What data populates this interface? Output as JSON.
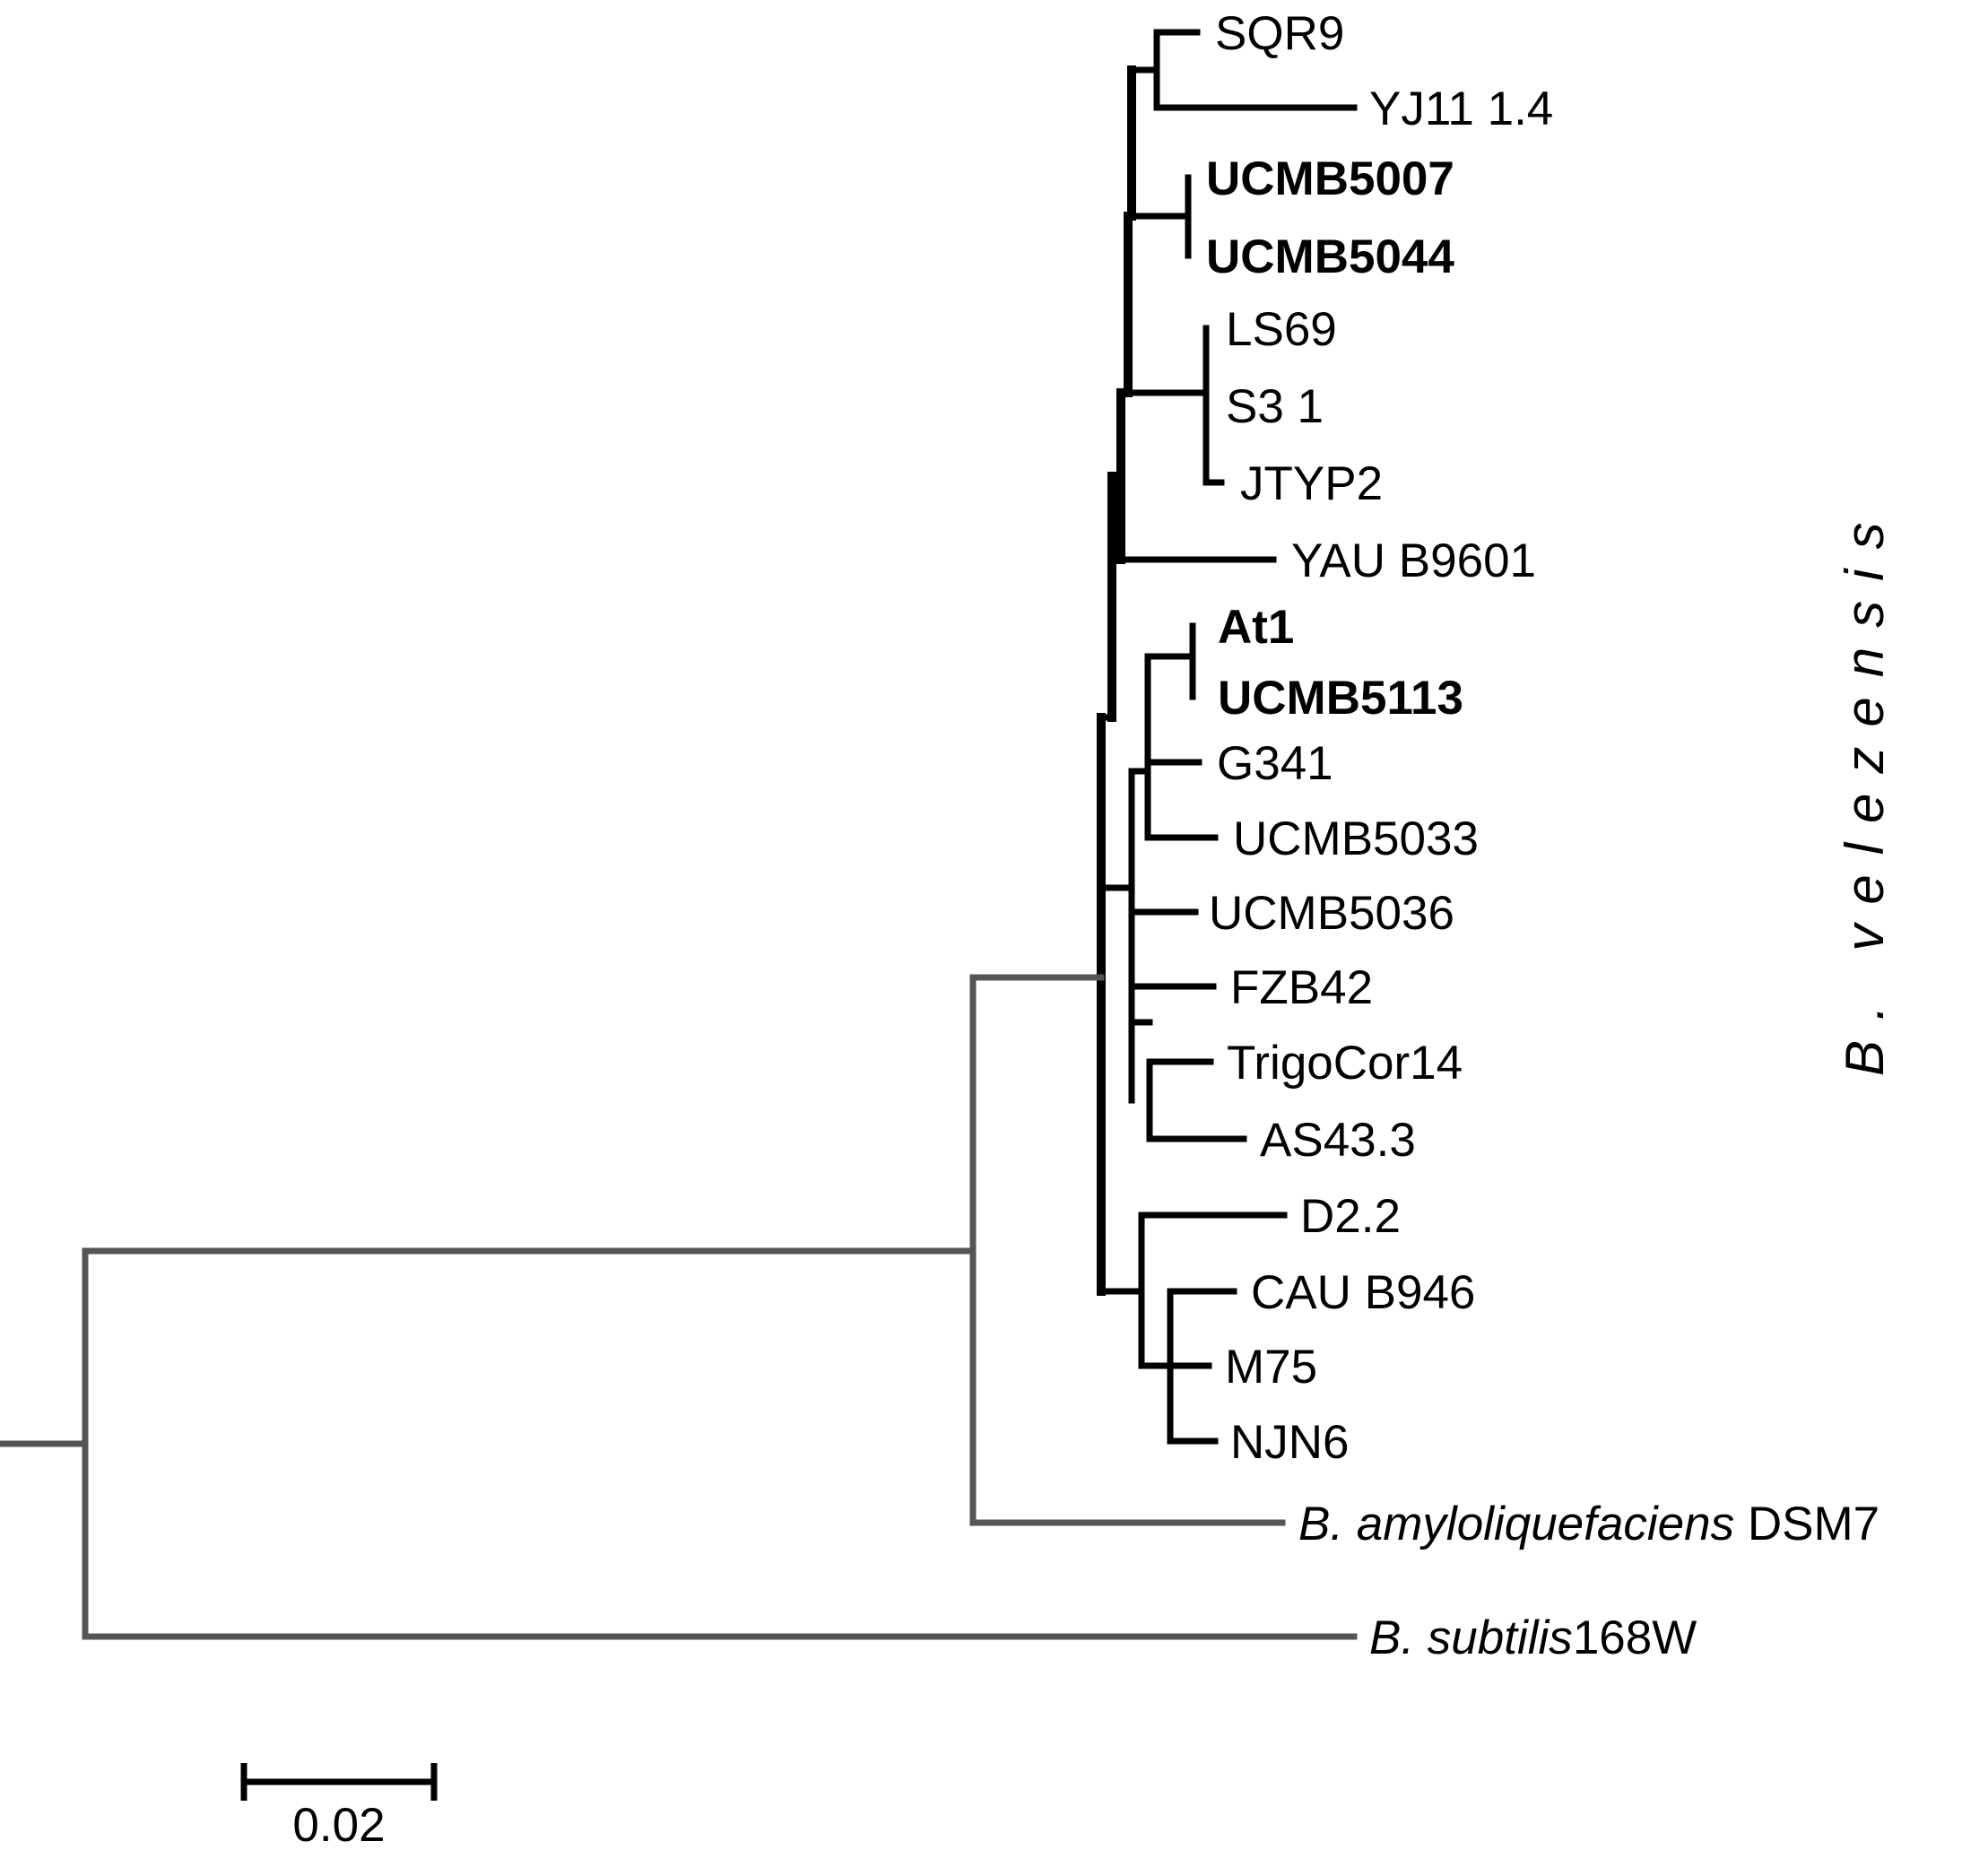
{
  "colors": {
    "ingroup": "#000000",
    "outgroup": "#555555"
  },
  "clade_label": "B. velezensis",
  "scale_bar": {
    "value": 0.02,
    "label": "0.02"
  },
  "taxa": [
    {
      "id": "SQR9",
      "name": "SQR9",
      "bold": false
    },
    {
      "id": "YJ11",
      "name": "YJ11 1.4",
      "bold": false
    },
    {
      "id": "UCMB5007",
      "name": "UCMB5007",
      "bold": true
    },
    {
      "id": "UCMB5044",
      "name": "UCMB5044",
      "bold": true
    },
    {
      "id": "LS69",
      "name": "LS69",
      "bold": false
    },
    {
      "id": "S3_1",
      "name": "S3 1",
      "bold": false
    },
    {
      "id": "JTYP2",
      "name": "JTYP2",
      "bold": false
    },
    {
      "id": "YAU_B9601",
      "name": "YAU B9601",
      "bold": false
    },
    {
      "id": "At1",
      "name": "At1",
      "bold": true
    },
    {
      "id": "UCMB5113",
      "name": "UCMB5113",
      "bold": true
    },
    {
      "id": "G341",
      "name": "G341",
      "bold": false
    },
    {
      "id": "UCMB5033",
      "name": "UCMB5033",
      "bold": false
    },
    {
      "id": "UCMB5036",
      "name": "UCMB5036",
      "bold": false
    },
    {
      "id": "FZB42",
      "name": "FZB42",
      "bold": false
    },
    {
      "id": "TrigoCor14",
      "name": "TrigoCor14",
      "bold": false
    },
    {
      "id": "AS43_3",
      "name": "AS43.3",
      "bold": false
    },
    {
      "id": "D2_2",
      "name": "D2.2",
      "bold": false
    },
    {
      "id": "CAU_B946",
      "name": "CAU B946",
      "bold": false
    },
    {
      "id": "M75",
      "name": "M75",
      "bold": false
    },
    {
      "id": "NJN6",
      "name": "NJN6",
      "bold": false
    },
    {
      "id": "DSM7",
      "name_italic": "B. amyloliquefaciens",
      "name": " DSM7",
      "bold": false
    },
    {
      "id": "168W",
      "name_italic": "B. subtilis",
      "name": "168W",
      "bold": false
    }
  ]
}
